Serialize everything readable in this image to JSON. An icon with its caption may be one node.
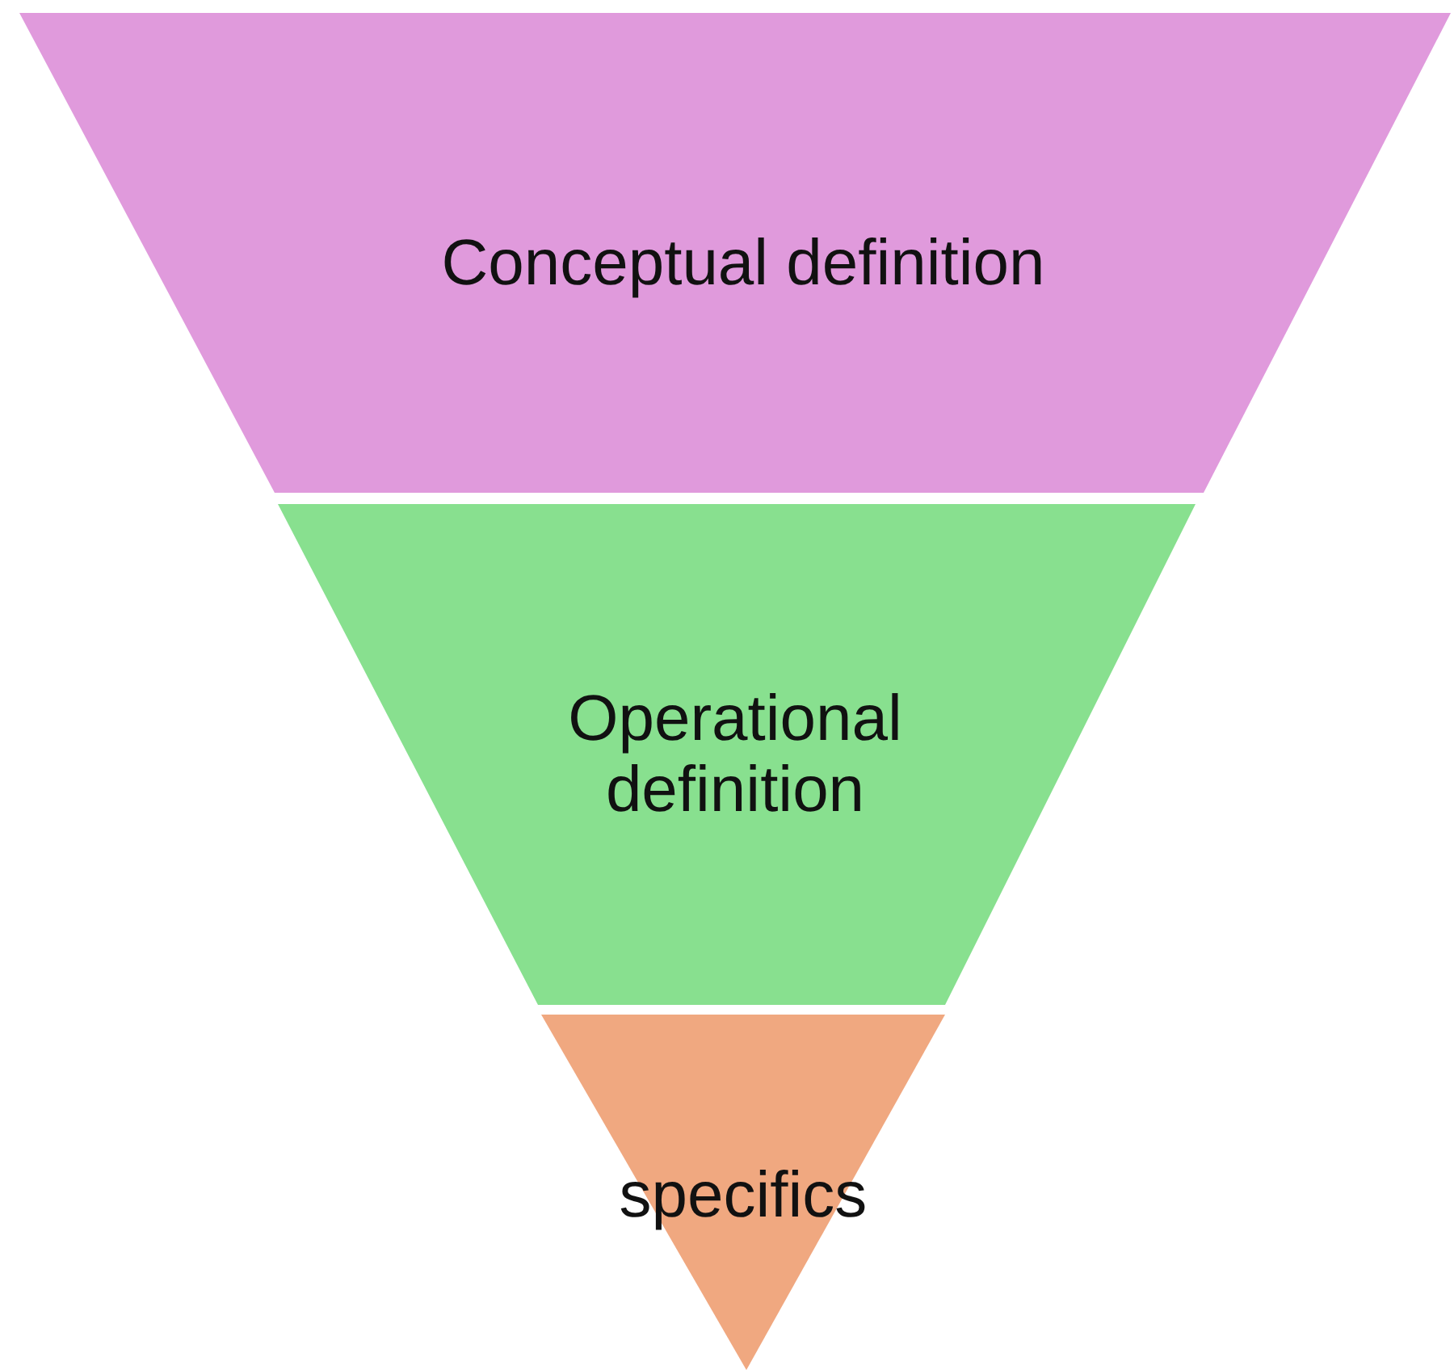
{
  "diagram": {
    "nodes": [
      {
        "text": [
          "Conceptual definition"
        ]
      },
      {
        "text": [
          "Operational definition"
        ]
      },
      {
        "text": [
          "specifics"
        ]
      }
    ]
  }
}
